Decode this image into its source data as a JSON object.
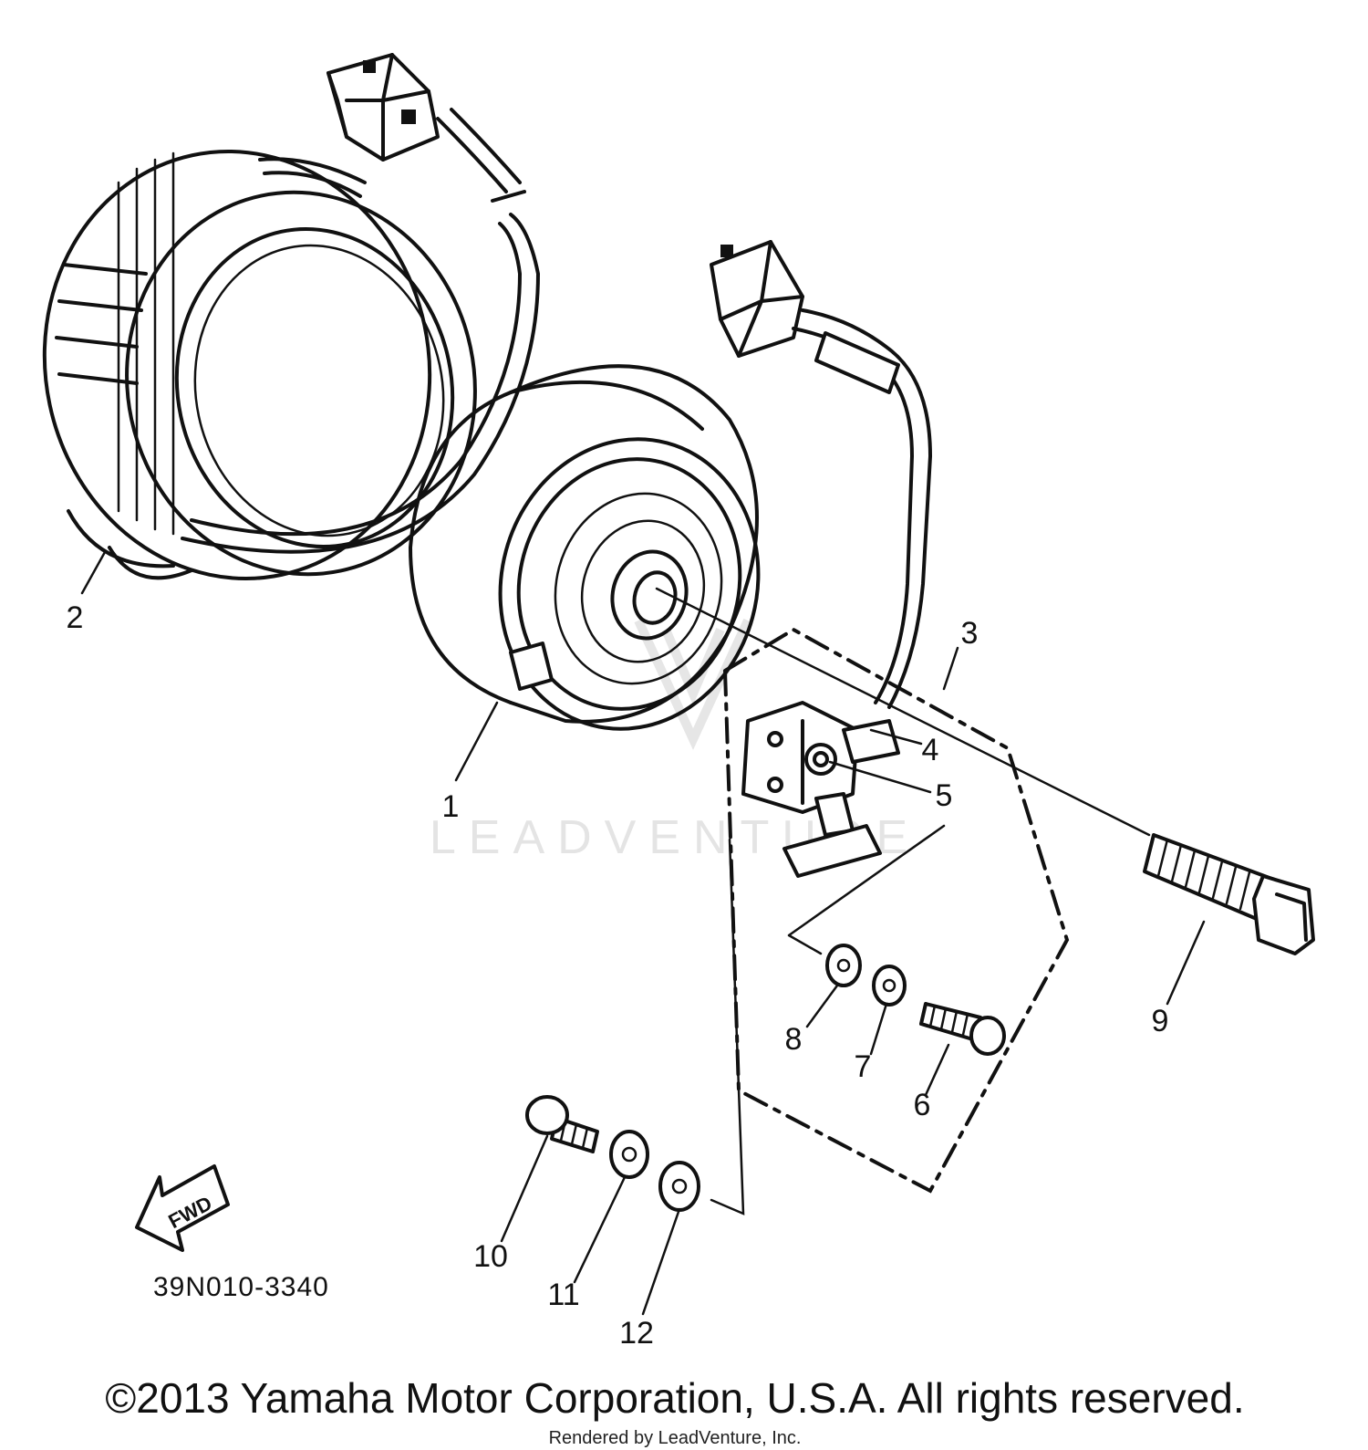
{
  "callouts": [
    {
      "id": "1",
      "text": "1"
    },
    {
      "id": "2",
      "text": "2"
    },
    {
      "id": "3",
      "text": "3"
    },
    {
      "id": "4",
      "text": "4"
    },
    {
      "id": "5",
      "text": "5"
    },
    {
      "id": "6",
      "text": "6"
    },
    {
      "id": "7",
      "text": "7"
    },
    {
      "id": "8",
      "text": "8"
    },
    {
      "id": "9",
      "text": "9"
    },
    {
      "id": "10",
      "text": "10"
    },
    {
      "id": "11",
      "text": "11"
    },
    {
      "id": "12",
      "text": "12"
    }
  ],
  "diagram_code": "39N010-3340",
  "forward_label": "FWD",
  "watermark": "LEADVENTURE",
  "copyright": "©2013 Yamaha Motor Corporation, U.S.A. All rights reserved.",
  "rendered_by": "Rendered by LeadVenture, Inc."
}
